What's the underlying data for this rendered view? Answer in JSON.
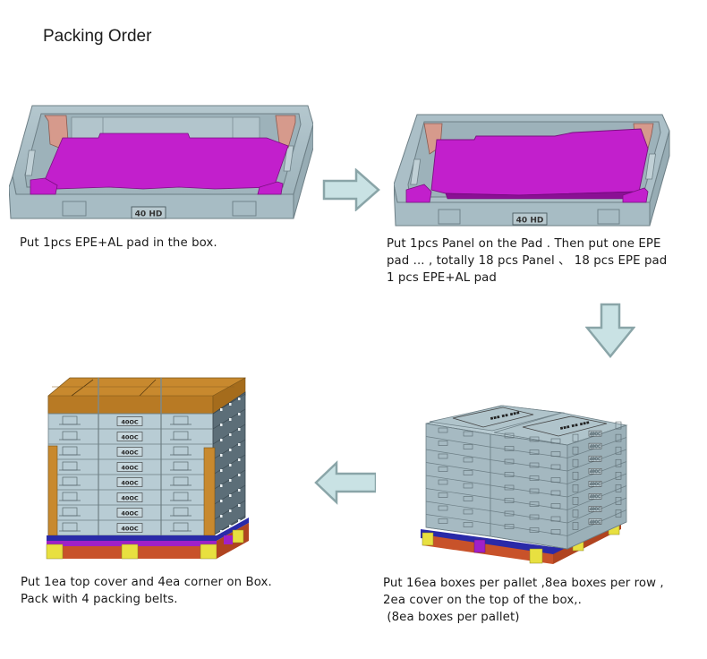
{
  "page": {
    "title": "Packing Order"
  },
  "colors": {
    "tray": "#a9bec6",
    "tray_dark": "#8ea4ad",
    "panel": "#c21fcc",
    "corner_pad": "#d69a8c",
    "arrow_fill": "#c9e2e4",
    "arrow_stroke": "#8aa5a8",
    "cardboard": "#c8892e",
    "pallet_wood": "#c8522a",
    "pallet_block": "#e8e040",
    "pallet_purple": "#a020c8",
    "pallet_blue": "#2a2aa8"
  },
  "steps": [
    {
      "step": 1,
      "illustration": "tray-with-pad",
      "box_label": "40 HD",
      "caption_lines": [
        "Put 1pcs EPE+AL pad  in the box."
      ]
    },
    {
      "step": 2,
      "illustration": "tray-with-panel",
      "box_label": "40 HD",
      "caption_lines": [
        "Put 1pcs  Panel on the Pad . Then put one EPE",
        "pad ... , totally 18 pcs Panel 、 18 pcs  EPE pad",
        "1 pcs EPE+AL pad"
      ]
    },
    {
      "step": 3,
      "illustration": "pallet-stacked-boxes",
      "box_label": "40OC",
      "caption_lines": [
        "Put 16ea boxes per pallet ,8ea boxes per row ,",
        "2ea cover on the top of the box,.",
        " (8ea boxes per pallet)"
      ]
    },
    {
      "step": 4,
      "illustration": "pallet-with-cover-and-corners",
      "box_label": "40OC",
      "caption_lines": [
        "Put 1ea top cover and 4ea corner on Box.",
        "Pack with  4 packing  belts."
      ]
    }
  ],
  "arrows": [
    {
      "from": 1,
      "to": 2,
      "direction": "right",
      "icon": "arrow-right-icon"
    },
    {
      "from": 2,
      "to": 3,
      "direction": "down",
      "icon": "arrow-down-icon"
    },
    {
      "from": 3,
      "to": 4,
      "direction": "left",
      "icon": "arrow-left-icon"
    }
  ]
}
